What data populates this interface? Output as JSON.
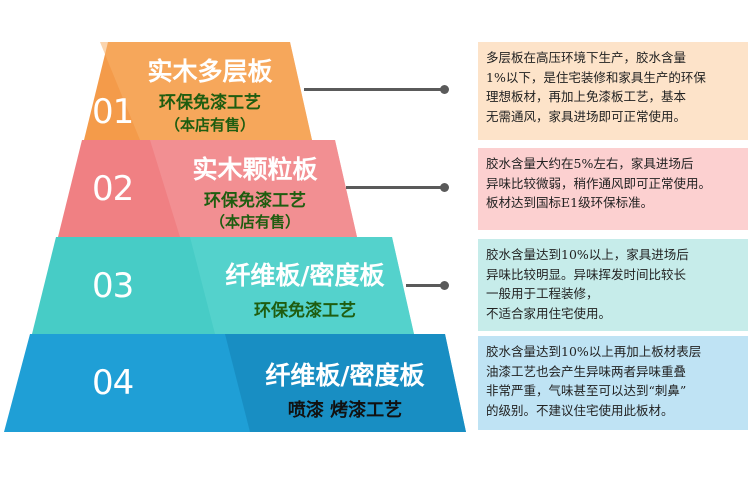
{
  "colors": {
    "tier1": "#f49b4a",
    "tier2": "#f08083",
    "tier3": "#47ccc6",
    "tier4": "#1f9fd6",
    "box1": "#fde3c9",
    "box2": "#fcd0d0",
    "box3": "#c6ecea",
    "box4": "#bfe3f4",
    "green_text": "#1f5d10"
  },
  "tiers": [
    {
      "number": "01",
      "title": "实木多层板",
      "subtitle": "环保免漆工艺",
      "note": "（本店有售）",
      "description": [
        "多层板在高压环境下生产，胶水含量",
        "1%以下，是住宅装修和家具生产的环保",
        "理想板材，再加上免漆板工艺，基本",
        "无需通风，家具进场即可正常使用。"
      ]
    },
    {
      "number": "02",
      "title": "实木颗粒板",
      "subtitle": "环保免漆工艺",
      "note": "（本店有售）",
      "description": [
        "胶水含量大约在5%左右，家具进场后",
        "异味比较微弱，稍作通风即可正常使用。",
        "板材达到国标E1级环保标准。"
      ]
    },
    {
      "number": "03",
      "title": "纤维板/密度板",
      "subtitle": "环保免漆工艺",
      "description": [
        "胶水含量达到10%以上，家具进场后",
        "异味比较明显。异味挥发时间比较长",
        "一般用于工程装修，",
        "不适合家用住宅使用。"
      ]
    },
    {
      "number": "04",
      "title": "纤维板/密度板",
      "subtitle": "喷漆  烤漆工艺",
      "description": [
        "胶水含量达到10%以上再加上板材表层",
        "油漆工艺也会产生异味两者异味重叠",
        "非常严重，气味甚至可以达到“刺鼻”",
        "的级别。不建议住宅使用此板材。"
      ]
    }
  ]
}
